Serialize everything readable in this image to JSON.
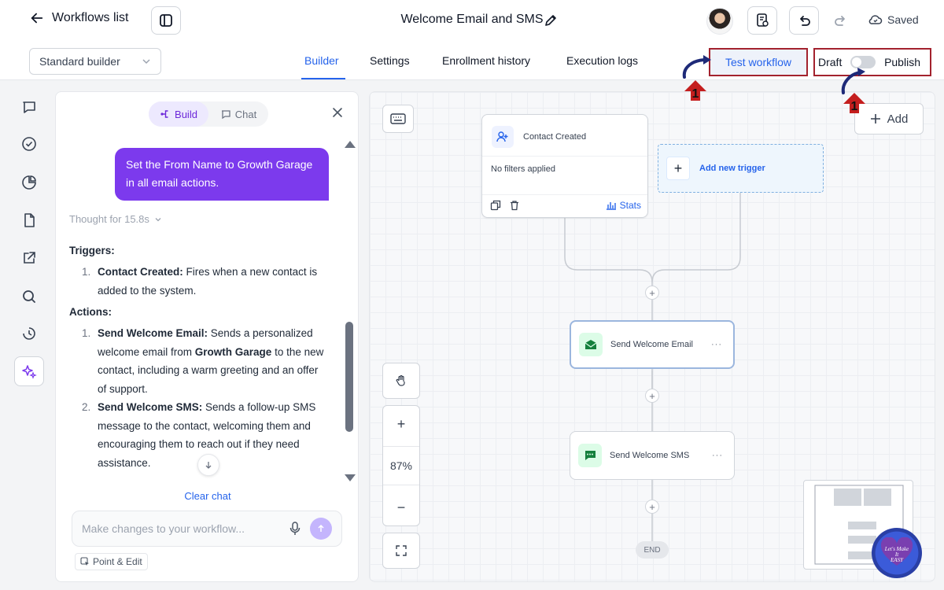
{
  "header": {
    "back_label": "Workflows list",
    "workflow_title": "Welcome Email and SMS",
    "saved_label": "Saved"
  },
  "subbar": {
    "builder_mode": "Standard builder",
    "tabs": [
      {
        "label": "Builder",
        "active": true
      },
      {
        "label": "Settings"
      },
      {
        "label": "Enrollment history"
      },
      {
        "label": "Execution logs"
      }
    ],
    "test_workflow_label": "Test workflow",
    "draft_label": "Draft",
    "publish_label": "Publish",
    "published": false
  },
  "leftnav": {
    "icons": [
      "chat-bubble-icon",
      "check-circle-icon",
      "pie-chart-icon",
      "document-icon",
      "external-link-icon",
      "search-icon",
      "history-icon",
      "sparkles-icon"
    ]
  },
  "chat": {
    "tabs": {
      "build": "Build",
      "chat": "Chat"
    },
    "user_message": "Set the From Name to Growth Garage in all email actions.",
    "thought": "Thought for 15.8s",
    "triggers_heading": "Triggers:",
    "triggers": [
      {
        "num": "1.",
        "title": "Contact Created:",
        "text": " Fires when a new contact is added to the system."
      }
    ],
    "actions_heading": "Actions:",
    "actions": [
      {
        "num": "1.",
        "title": "Send Welcome Email:",
        "text_a": " Sends a personalized welcome email from ",
        "bold": "Growth Garage",
        "text_b": " to the new contact, including a warm greeting and an offer of support."
      },
      {
        "num": "2.",
        "title": "Send Welcome SMS:",
        "text": " Sends a follow-up SMS message to the contact, welcoming them and encouraging them to reach out if they need assistance."
      }
    ],
    "clear_chat": "Clear chat",
    "input_placeholder": "Make changes to your workflow...",
    "point_edit": "Point & Edit"
  },
  "canvas": {
    "add_label": "Add",
    "trigger": {
      "title": "Contact Created",
      "filters": "No filters applied",
      "stats": "Stats"
    },
    "new_trigger": "Add new trigger",
    "actions": [
      {
        "title": "Send Welcome Email",
        "icon": "email-icon"
      },
      {
        "title": "Send Welcome SMS",
        "icon": "sms-icon"
      }
    ],
    "end_label": "END",
    "zoom": "87%"
  },
  "annotations": {
    "marker": "1"
  },
  "colors": {
    "accent": "#2563eb",
    "purple": "#7c3aed",
    "highlight_border": "#a3222e"
  }
}
